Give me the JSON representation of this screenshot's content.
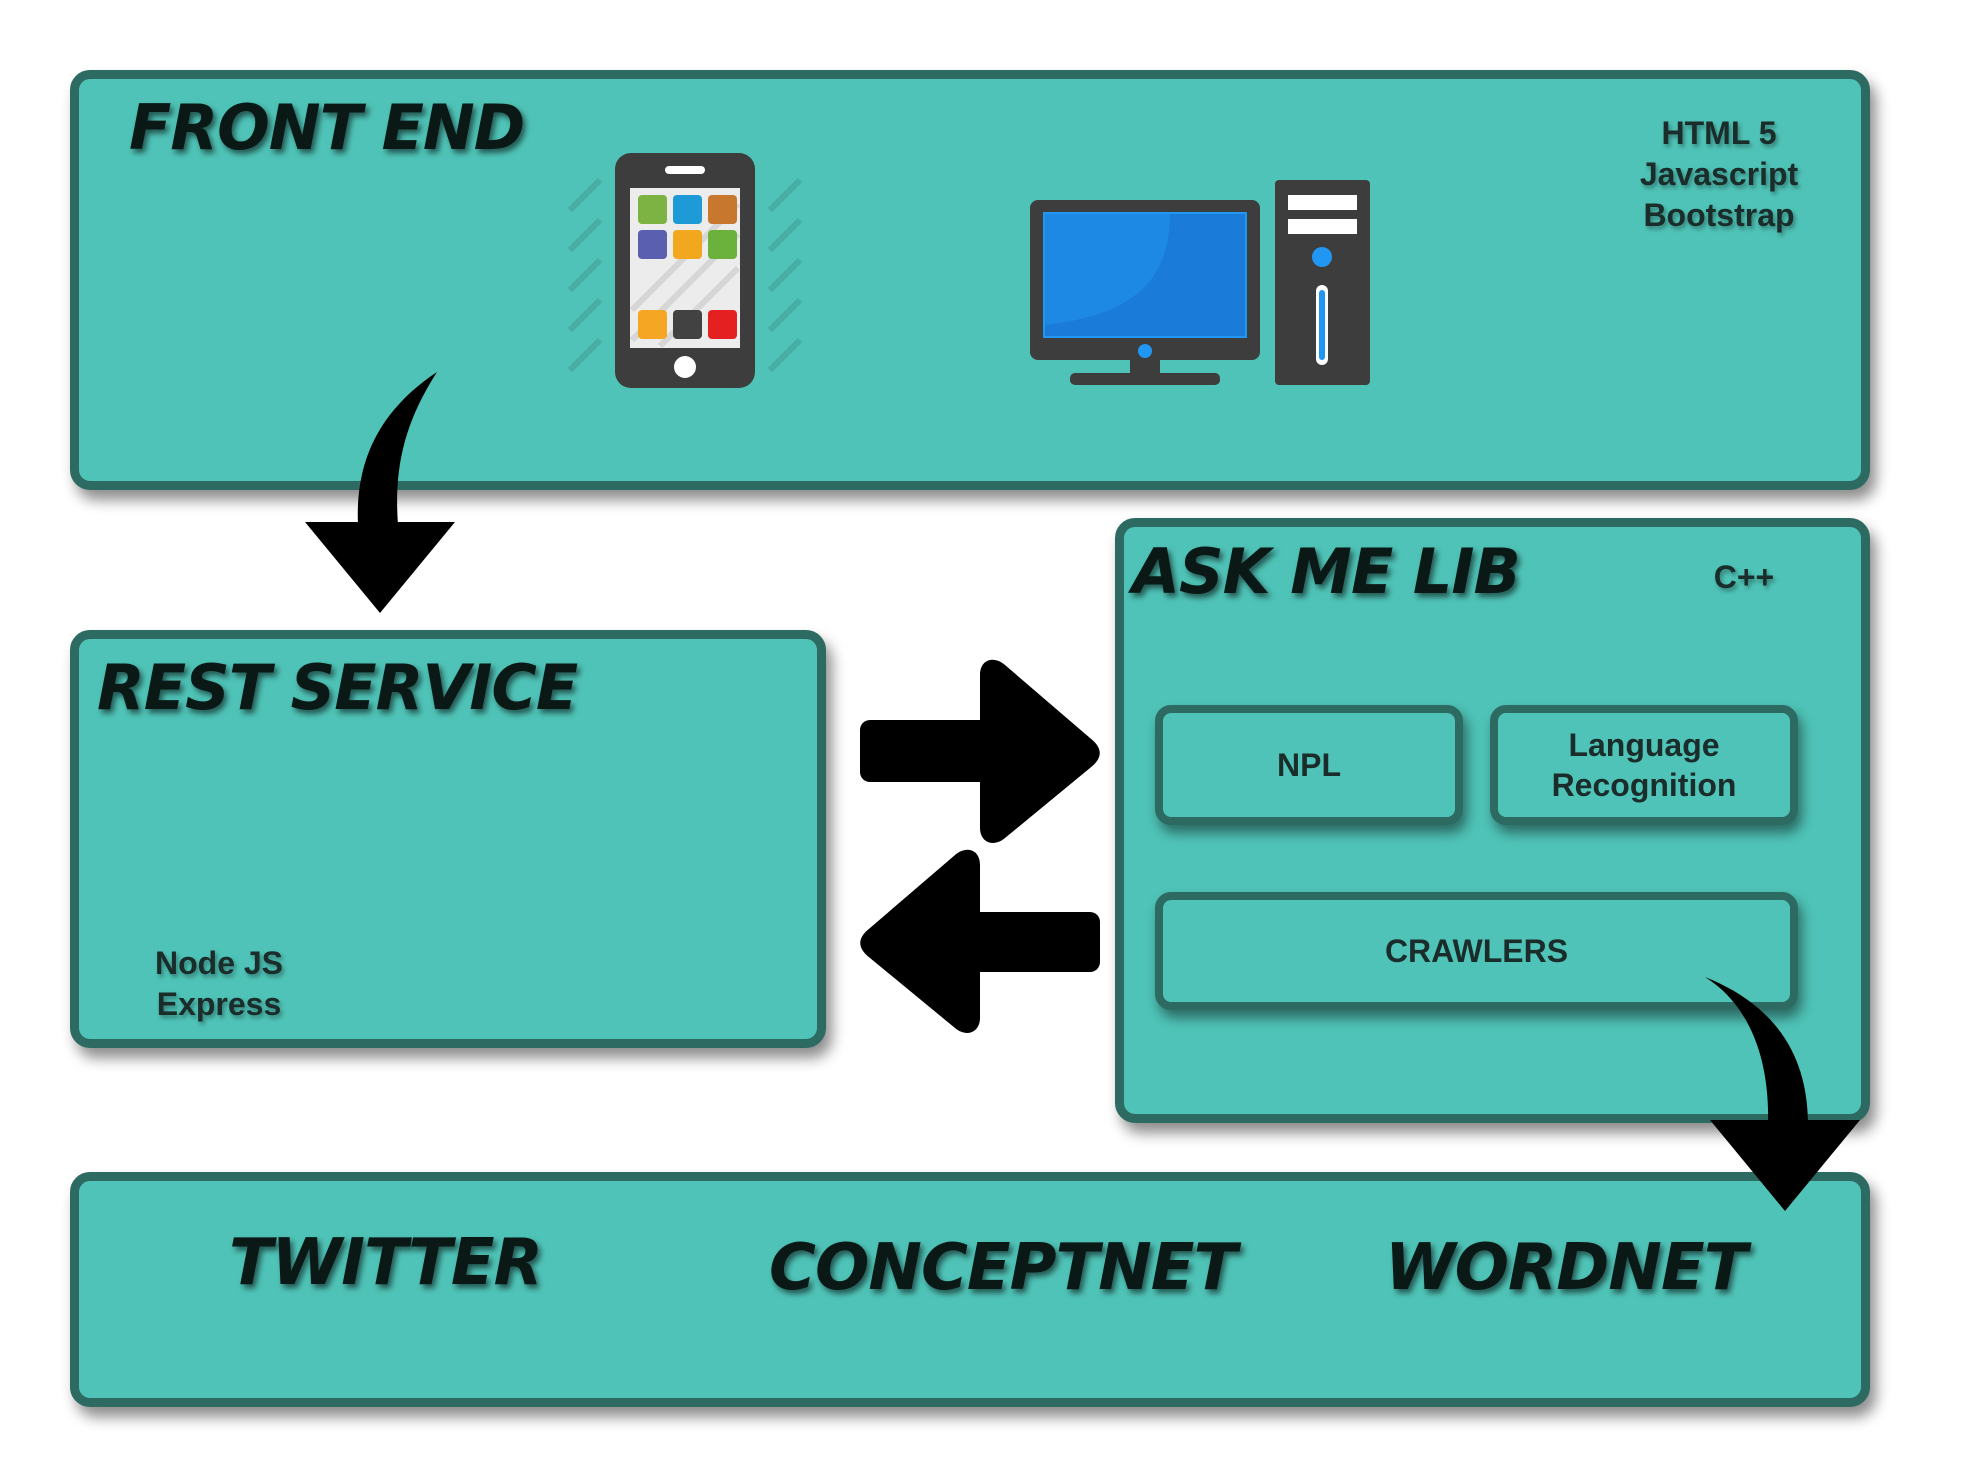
{
  "front_end": {
    "title": "FRONT END",
    "tech": [
      "HTML 5",
      "Javascript",
      "Bootstrap"
    ],
    "icons": [
      "smartphone-icon",
      "desktop-computer-icon"
    ]
  },
  "rest_service": {
    "title": "REST SERVICE",
    "tech": [
      "Node JS",
      "Express"
    ]
  },
  "ask_me_lib": {
    "title": "ASK ME LIB",
    "lang": "C++",
    "modules": {
      "npl": "NPL",
      "language_recognition": [
        "Language",
        "Recognition"
      ],
      "crawlers": "CRAWLERS"
    }
  },
  "sources": {
    "twitter": "TWITTER",
    "conceptnet": "CONCEPTNET",
    "wordnet": "WORDNET"
  },
  "colors": {
    "panel_fill": "#4fc3b7",
    "panel_border": "#2d6b62",
    "arrow": "#000000"
  }
}
